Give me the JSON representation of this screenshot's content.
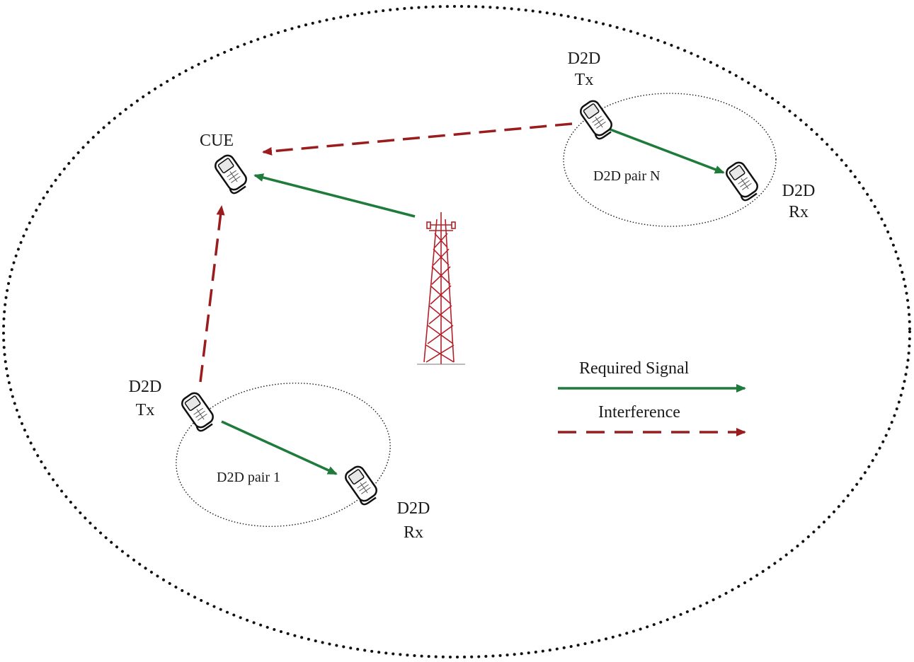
{
  "labels": {
    "cue": "CUE",
    "d2d_tx_top_line1": "D2D",
    "d2d_tx_top_line2": "Tx",
    "d2d_rx_top_line1": "D2D",
    "d2d_rx_top_line2": "Rx",
    "pair_n": "D2D pair N",
    "d2d_tx_bottom_line1": "D2D",
    "d2d_tx_bottom_line2": "Tx",
    "d2d_rx_bottom_line1": "D2D",
    "d2d_rx_bottom_line2": "Rx",
    "pair_1": "D2D pair 1"
  },
  "legend": {
    "required_signal": "Required Signal",
    "interference": "Interference"
  },
  "colors": {
    "required_signal": "#1e7b3a",
    "interference": "#9b1c1c",
    "tower": "#b3202a",
    "boundary": "#111111"
  },
  "icons": {
    "phone": "mobile-phone-icon",
    "tower": "cell-tower-icon"
  }
}
